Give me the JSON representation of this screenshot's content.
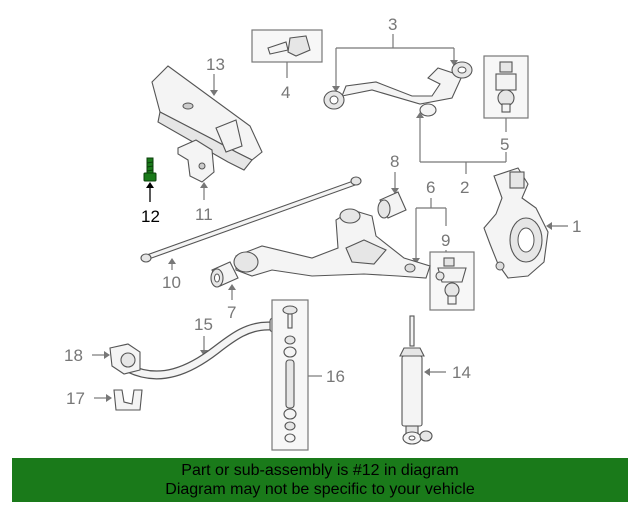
{
  "diagram": {
    "labels": {
      "l1": "1",
      "l2": "2",
      "l3": "3",
      "l4": "4",
      "l5": "5",
      "l6": "6",
      "l7": "7",
      "l8": "8",
      "l9": "9",
      "l10": "10",
      "l11": "11",
      "l12": "12",
      "l13": "13",
      "l14": "14",
      "l15": "15",
      "l16": "16",
      "l17": "17",
      "l18": "18"
    },
    "highlight_part": "12",
    "colors": {
      "highlight": "#1a7a1a",
      "part_stroke": "#555555",
      "label": "#777777"
    }
  },
  "banner": {
    "line1": "Part or sub-assembly is #12 in diagram",
    "line2": "Diagram may not be specific to your vehicle",
    "background": "#1a7a1a"
  }
}
